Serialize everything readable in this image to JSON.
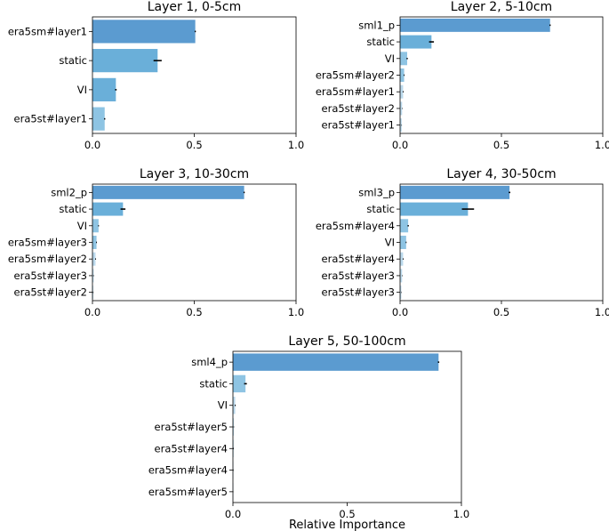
{
  "colors": {
    "bar_dark": "#5b9bd0",
    "bar_mid": "#6aafd9",
    "bar_light": "#8ec4e3",
    "bar_pale": "#bcdaed",
    "error": "#000000",
    "axis": "#000000"
  },
  "chart_data": [
    {
      "type": "bar",
      "orientation": "horizontal",
      "title": "Layer 1, 0-5cm",
      "xlabel": "",
      "xlim": [
        0,
        1
      ],
      "xticks": [
        "0.0",
        "0.5",
        "1.0"
      ],
      "categories": [
        "era5sm#layer1",
        "static",
        "VI",
        "era5st#layer1"
      ],
      "values": [
        0.505,
        0.32,
        0.115,
        0.06
      ],
      "errors": [
        0.003,
        0.02,
        0.004,
        0.003
      ]
    },
    {
      "type": "bar",
      "orientation": "horizontal",
      "title": "Layer 2, 5-10cm",
      "xlabel": "",
      "xlim": [
        0,
        1
      ],
      "xticks": [
        "0.0",
        "0.5",
        "1.0"
      ],
      "categories": [
        "sml1_p",
        "static",
        "VI",
        "era5sm#layer2",
        "era5sm#layer1",
        "era5st#layer2",
        "era5st#layer1"
      ],
      "values": [
        0.74,
        0.155,
        0.035,
        0.02,
        0.015,
        0.01,
        0.008
      ],
      "errors": [
        0.003,
        0.012,
        0.003,
        0.002,
        0.002,
        0.001,
        0.001
      ]
    },
    {
      "type": "bar",
      "orientation": "horizontal",
      "title": "Layer 3, 10-30cm",
      "xlabel": "",
      "xlim": [
        0,
        1
      ],
      "xticks": [
        "0.0",
        "0.5",
        "1.0"
      ],
      "categories": [
        "sml2_p",
        "static",
        "VI",
        "era5sm#layer3",
        "era5sm#layer2",
        "era5st#layer3",
        "era5st#layer2"
      ],
      "values": [
        0.745,
        0.15,
        0.03,
        0.02,
        0.015,
        0.006,
        0.004
      ],
      "errors": [
        0.003,
        0.012,
        0.002,
        0.002,
        0.002,
        0.001,
        0.001
      ]
    },
    {
      "type": "bar",
      "orientation": "horizontal",
      "title": "Layer 4, 30-50cm",
      "xlabel": "",
      "xlim": [
        0,
        1
      ],
      "xticks": [
        "0.0",
        "0.5",
        "1.0"
      ],
      "categories": [
        "sml3_p",
        "static",
        "era5sm#layer4",
        "VI",
        "era5st#layer4",
        "era5st#layer3",
        "era5st#layer3"
      ],
      "values": [
        0.54,
        0.335,
        0.04,
        0.03,
        0.015,
        0.01,
        0.006
      ],
      "errors": [
        0.004,
        0.03,
        0.003,
        0.002,
        0.002,
        0.001,
        0.001
      ]
    },
    {
      "type": "bar",
      "orientation": "horizontal",
      "title": "Layer 5, 50-100cm",
      "xlabel": "Relative Importance",
      "xlim": [
        0,
        1
      ],
      "xticks": [
        "0.0",
        "0.5",
        "1.0"
      ],
      "categories": [
        "sml4_p",
        "static",
        "VI",
        "era5st#layer5",
        "era5st#layer4",
        "era5sm#layer4",
        "era5sm#layer5"
      ],
      "values": [
        0.9,
        0.055,
        0.01,
        0.004,
        0.003,
        0.002,
        0.001
      ],
      "errors": [
        0.003,
        0.006,
        0.002,
        0.001,
        0.001,
        0.001,
        0.001
      ]
    }
  ]
}
